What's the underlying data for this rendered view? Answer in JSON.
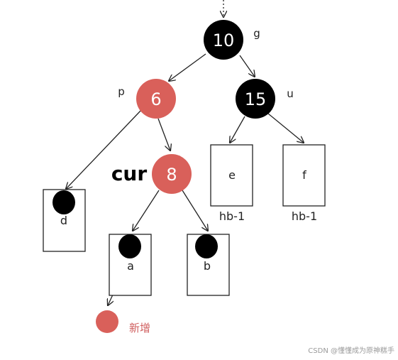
{
  "colors": {
    "black_node": "#000000",
    "red_node": "#d9605a",
    "line": "#222222",
    "new_label": "#d06060",
    "watermark": "#9a9a9a"
  },
  "nodes": {
    "g": {
      "value": "10",
      "tag": "g",
      "color": "black"
    },
    "p": {
      "value": "6",
      "tag": "p",
      "color": "red"
    },
    "u": {
      "value": "15",
      "tag": "u",
      "color": "black"
    },
    "cur": {
      "value": "8",
      "tag": "cur",
      "color": "red"
    }
  },
  "subtrees": {
    "d": {
      "label": "d"
    },
    "a": {
      "label": "a"
    },
    "b": {
      "label": "b"
    },
    "e": {
      "label": "e",
      "height_label": "hb-1"
    },
    "f": {
      "label": "f",
      "height_label": "hb-1"
    }
  },
  "new_node": {
    "label": "新增"
  },
  "watermark": "CSDN @懂懂成为原神糕手"
}
